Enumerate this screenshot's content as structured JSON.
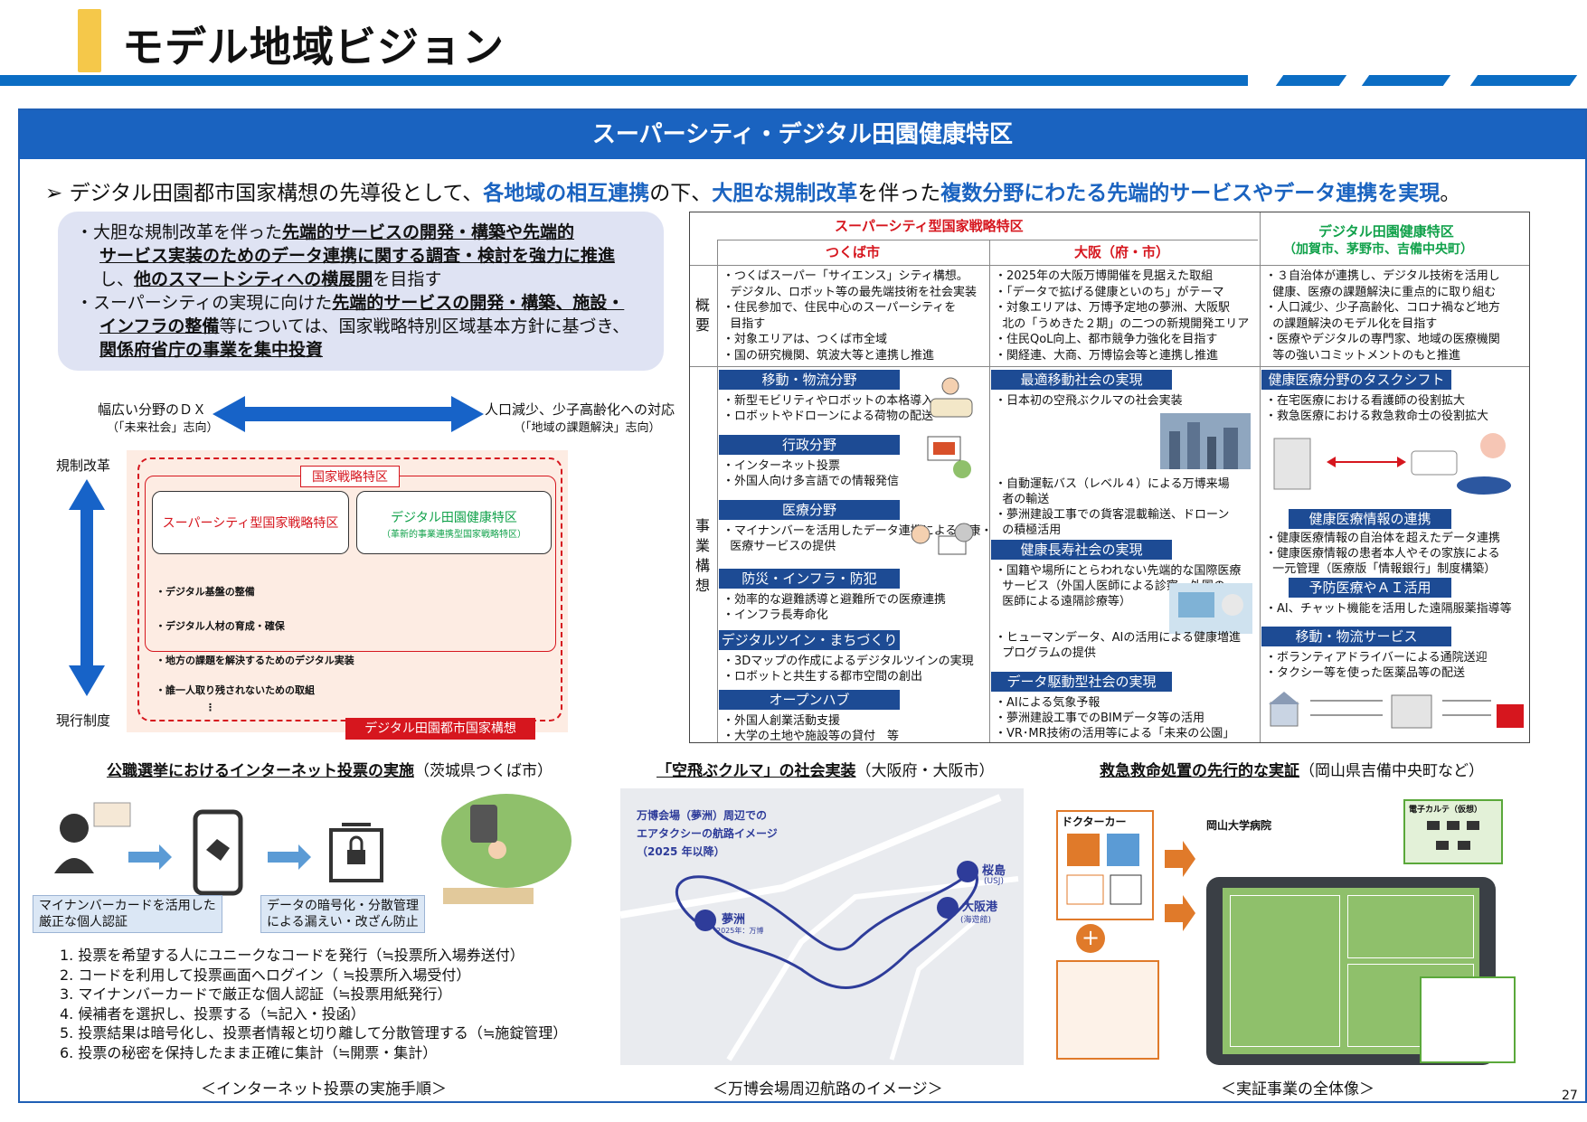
{
  "header": {
    "title": "モデル地域ビジョン"
  },
  "banner": "スーパーシティ・デジタル田園健康特区",
  "lead": {
    "bullet": "➢",
    "p1": "デジタル田園都市国家構想の先導役として、",
    "h1": "各地域の相互連携",
    "p2": "の下、",
    "h2": "大胆な規制改革",
    "p3": "を伴った",
    "h3": "複数分野にわたる先端的サービスやデータ連携を実現",
    "p4": "。"
  },
  "summary": {
    "l1a": "・大胆な規制改革を伴った",
    "l1b": "先端的サービスの開発・構築や先端的",
    "l2": "サービス実装のためのデータ連携に関する調査・検討を強力に推進",
    "l3a": "し、",
    "l3b": "他のスマートシティへの横展開",
    "l3c": "を目指す",
    "l4a": "・スーパーシティの実現に向けた",
    "l4b": "先端的サービスの開発・構築、施設・",
    "l5a": "インフラの整備",
    "l5b": "等については、国家戦略特別区域基本方針に基づき、",
    "l6": "関係府省庁の事業を集中投資"
  },
  "diagram": {
    "left_label": "幅広い分野のＤＸ",
    "left_sub": "（「未来社会」志向）",
    "right_label": "人口減少、少子高齢化への対応",
    "right_sub": "（「地域の課題解決」志向）",
    "top_label": "規制改革",
    "bottom_label": "現行制度",
    "kokka": "国家戦略特区",
    "box1": "スーパーシティ型国家戦略特区",
    "box2": "デジタル田園健康特区",
    "box2_sub": "（革新的事業連携型国家戦略特区）",
    "items": [
      "・デジタル基盤の整備",
      "・デジタル人材の育成・確保",
      "・地方の課題を解決するためのデジタル実装",
      "・誰一人取り残されないための取組",
      "⋮"
    ],
    "footer": "デジタル田園都市国家構想"
  },
  "table": {
    "head_super": "スーパーシティ型国家戦略特区",
    "head_tsukuba": "つくば市",
    "head_osaka": "大阪（府・市）",
    "head_digi": "デジタル田園健康特区",
    "head_digi_sub": "（加賀市、茅野市、吉備中央町）",
    "row_gaiyo": "概\n要",
    "row_jigyo": "事\n業\n構\n想",
    "gaiyo_tsukuba": "・つくばスーパー「サイエンス」シティ構想。\n  デジタル、ロボット等の最先端技術を社会実装\n・住民参加で、住民中心のスーパーシティを\n  目指す\n・対象エリアは、つくば市全域\n・国の研究機関、筑波大等と連携し推進",
    "gaiyo_osaka": "・2025年の大阪万博開催を見据えた取組\n・「データで拡げる健康といのち」がテーマ\n・対象エリアは、万博予定地の夢洲、大阪駅\n  北の「うめきた２期」の二つの新規開発エリア\n・住民QoL向上、都市競争力強化を目指す\n・関経連、大商、万博協会等と連携し推進",
    "gaiyo_digi": "・３自治体が連携し、デジタル技術を活用し\n  健康、医療の課題解決に重点的に取り組む\n・人口減少、少子高齢化、コロナ禍など地方\n  の課題解決のモデル化を目指す\n・医療やデジタルの専門家、地域の医療機関\n  等の強いコミットメントのもと推進",
    "tsukuba_secs": [
      {
        "title": "移動・物流分野",
        "body": "・新型モビリティやロボットの本格導入\n・ロボットやドローンによる荷物の配送"
      },
      {
        "title": "行政分野",
        "body": "・インターネット投票\n・外国人向け多言語での情報発信"
      },
      {
        "title": "医療分野",
        "body": "・マイナンバーを活用したデータ連携による健康・\n  医療サービスの提供"
      },
      {
        "title": "防災・インフラ・防犯",
        "body": "・効率的な避難誘導と避難所での医療連携\n・インフラ長寿命化"
      },
      {
        "title": "デジタルツイン・まちづくり",
        "body": "・3Dマップの作成によるデジタルツインの実現\n・ロボットと共生する都市空間の創出"
      },
      {
        "title": "オープンハブ",
        "body": "・外国人創業活動支援\n・大学の土地や施設等の貸付　等"
      }
    ],
    "osaka_secs": [
      {
        "title": "最適移動社会の実現",
        "body": "・日本初の空飛ぶクルマの社会実装"
      },
      {
        "title": "",
        "body": "・自動運転バス（レベル４）による万博来場\n  者の輸送\n・夢洲建設工事での貨客混載輸送、ドローン\n  の積極活用"
      },
      {
        "title": "健康長寿社会の実現",
        "body": "・国籍や場所にとらわれない先端的な国際医療\n  サービス（外国人医師による診察、外国の\n  医師による遠隔診療等）"
      },
      {
        "title": "",
        "body": "・ヒューマンデータ、AIの活用による健康増進\n  プログラムの提供"
      },
      {
        "title": "データ駆動型社会の実現",
        "body": "・AIによる気象予報\n・夢洲建設工事でのBIMデータ等の活用\n・VR･MR技術の活用等による「未来の公園」"
      }
    ],
    "digi_secs": [
      {
        "title": "健康医療分野のタスクシフト",
        "body": "・在宅医療における看護師の役割拡大\n・救急医療における救急救命士の役割拡大"
      },
      {
        "title": "健康医療情報の連携",
        "body": "・健康医療情報の自治体を超えたデータ連携\n・健康医療情報の患者本人やその家族による\n  一元管理（医療版「情報銀行」制度構築）"
      },
      {
        "title": "予防医療やＡＩ活用",
        "body": "・AI、チャット機能を活用した遠隔服薬指導等"
      },
      {
        "title": "移動・物流サービス",
        "body": "・ボランティアドライバーによる通院送迎\n・タクシー等を使った医薬品等の配送"
      }
    ]
  },
  "bottom": {
    "t1a": "公職選挙におけるインターネット投票の実施",
    "t1b": "（茨城県つくば市）",
    "t2a": "「空飛ぶクルマ」の社会実装",
    "t2b": "（大阪府・大阪市）",
    "t3a": "救急救命処置の先行的な実証",
    "t3b": "（岡山県吉備中央町など）",
    "box_a": "マイナンバーカードを活用した\n厳正な個人認証",
    "box_b": "データの暗号化・分散管理\nによる漏えい・改ざん防止",
    "steps": "1. 投票を希望する人にユニークなコードを発行（≒投票所入場券送付）\n2. コードを利用して投票画面へログイン（ ≒投票所入場受付）\n3. マイナンバーカードで厳正な個人認証（≒投票用紙発行）\n4. 候補者を選択し、投票する（≒記入・投函）\n5. 投票結果は暗号化し、投票者情報と切り離して分散管理する（≒施錠管理）\n6. 投票の秘密を保持したまま正確に集計（≒開票・集計）",
    "cap1": "＜インターネット投票の実施手順＞",
    "cap2": "＜万博会場周辺航路のイメージ＞",
    "cap3": "＜実証事業の全体像＞",
    "map_title": "万博会場（夢洲）周辺での\nエアタクシーの航路イメージ\n（2025 年以降）",
    "map_yume": "夢洲",
    "map_yume_sub": "2025年：万博",
    "map_sakura": "桜島",
    "map_sakura_sub": "(USJ)",
    "map_osaka": "大阪港",
    "map_osaka_sub": "(海遊館)",
    "doctor_car": "ドクターカー",
    "hospital": "岡山大学病院",
    "ekarte": "電子カルテ（仮想）",
    "page_no": "27"
  }
}
